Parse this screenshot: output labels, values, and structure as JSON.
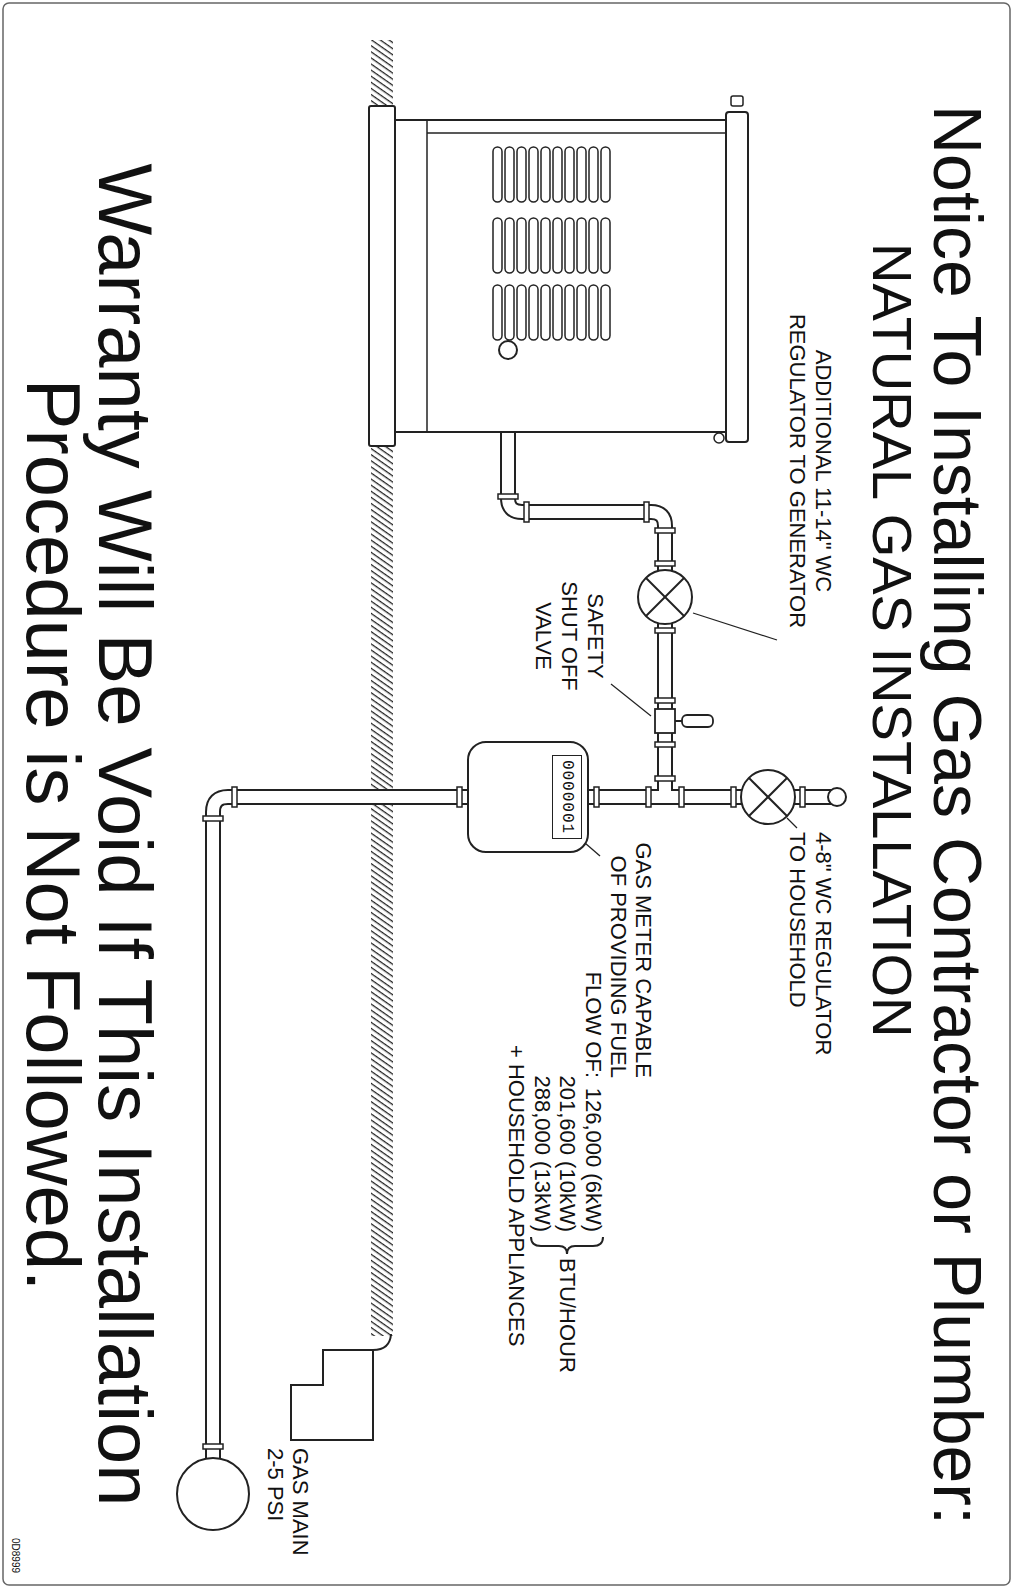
{
  "diagram": {
    "title": "Notice To Installing Gas Contractor or Plumber:",
    "caption": "Warranty Will Be Void If This Installation Procedure is Not Followed.",
    "nodes": [
      {
        "text": [
          "0000001"
        ]
      }
    ],
    "labels": [
      "NATURAL GAS INSTALLATION",
      "ADDITIONAL 11-14\" WC REGULATOR TO GENERATOR",
      "SAFETY SHUT OFF VALVE",
      "4-8\" WC REGULATOR TO HOUSEHOLD",
      "GAS METER CAPABLE OF PROVIDING FUEL FLOW OF:",
      "126,000 (6kW)",
      "201,600 (10kW)",
      "288,000 (13kW)",
      "BTU/HOUR",
      "+ HOUSEHOLD APPLIANCES",
      "GAS MAIN 2-5 PSI",
      "0D8999"
    ]
  }
}
